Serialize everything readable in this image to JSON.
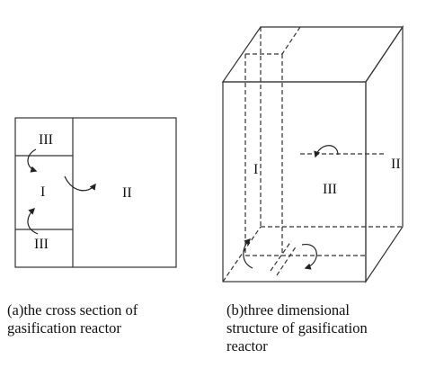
{
  "panel_a": {
    "labels": {
      "top": "III",
      "middle": "I",
      "right": "II",
      "bottom": "III"
    },
    "caption": [
      "(a)the cross section of",
      "gasification reactor"
    ]
  },
  "panel_b": {
    "labels": {
      "left": "I",
      "center": "III",
      "right": "II"
    },
    "caption": [
      "(b)three dimensional",
      "structure of gasification",
      "reactor"
    ]
  },
  "colors": {
    "line": "#333333",
    "text": "#111111",
    "background": "#ffffff"
  }
}
